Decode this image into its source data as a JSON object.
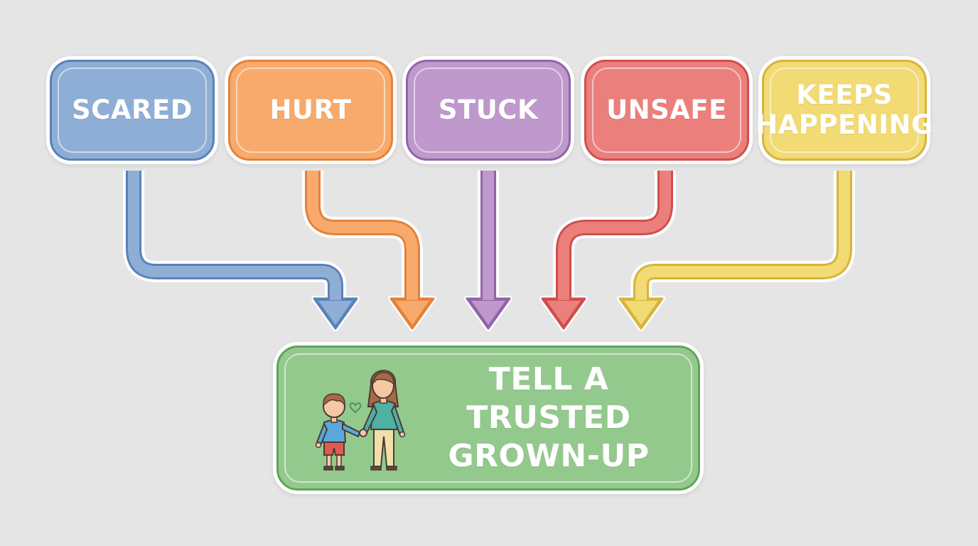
{
  "triggers": [
    {
      "label": "SCARED",
      "color": "#8faed6",
      "border": "#5a82b8",
      "icon": "arrow-down-icon"
    },
    {
      "label": "HURT",
      "color": "#f7aa6b",
      "border": "#e5813a",
      "icon": "arrow-down-icon"
    },
    {
      "label": "STUCK",
      "color": "#bf98cc",
      "border": "#9264a8",
      "icon": "arrow-down-icon"
    },
    {
      "label": "UNSAFE",
      "color": "#eb7f7c",
      "border": "#cf4f4d",
      "icon": "arrow-down-icon"
    },
    {
      "label": "KEEPS\nHAPPENING",
      "color": "#f2da74",
      "border": "#d6b43b",
      "icon": "arrow-down-icon"
    }
  ],
  "goal": {
    "label": "TELL A TRUSTED\nGROWN-UP",
    "color": "#94c98e",
    "border": "#5fa45a",
    "icon": "child-and-grown-up-holding-hands-icon"
  }
}
